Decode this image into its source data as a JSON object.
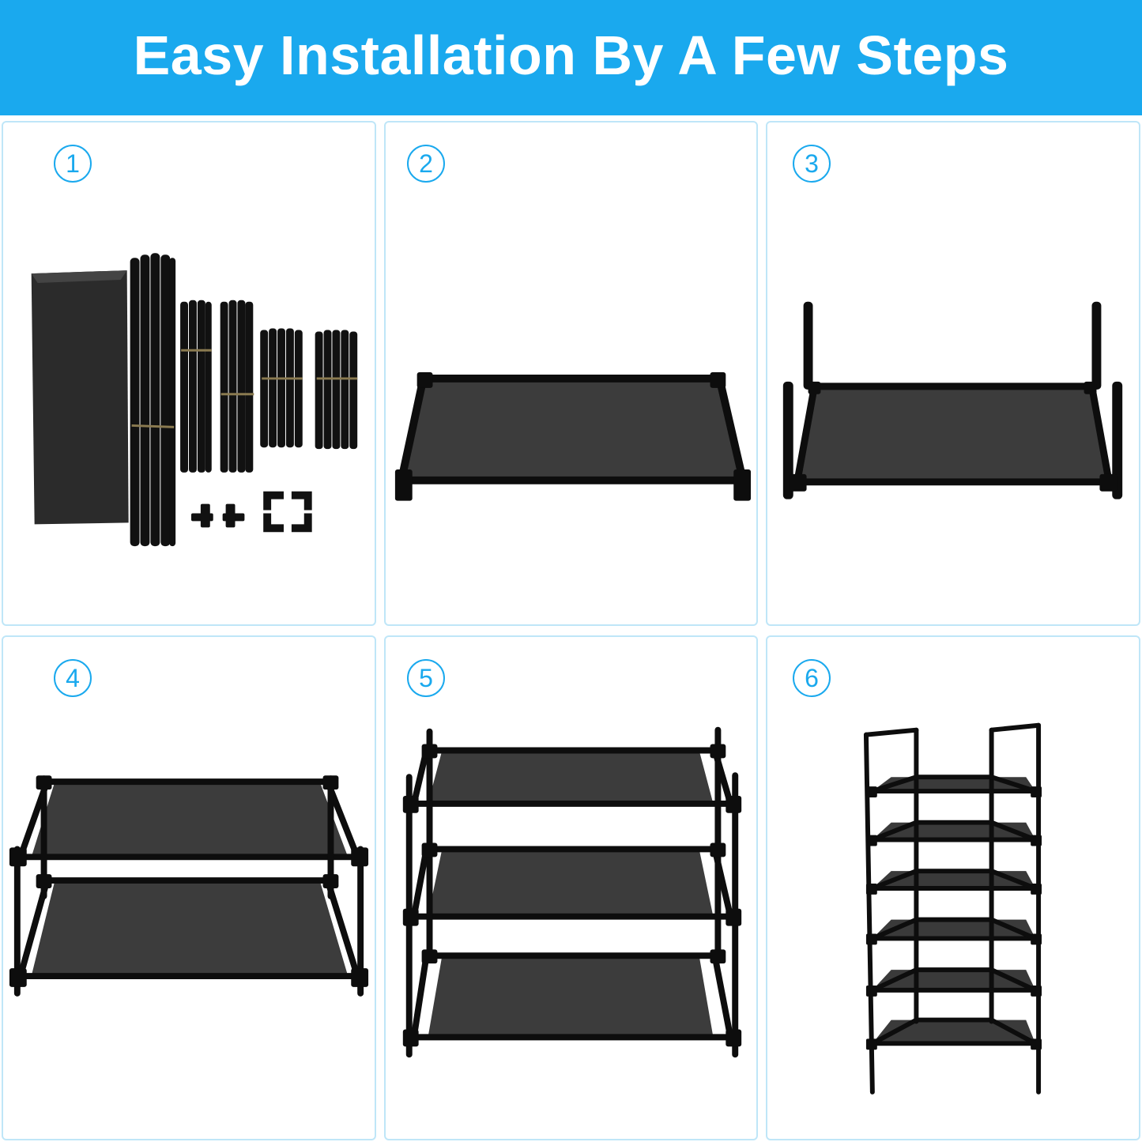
{
  "banner": {
    "title": "Easy Installation By A Few Steps",
    "background_color": "#1aa9ee",
    "text_color": "#ffffff"
  },
  "steps": [
    {
      "number": "1",
      "illustration": "rack-parts-kit"
    },
    {
      "number": "2",
      "illustration": "single-shelf-frame"
    },
    {
      "number": "3",
      "illustration": "shelf-with-legs"
    },
    {
      "number": "4",
      "illustration": "two-tier-rack"
    },
    {
      "number": "5",
      "illustration": "three-tier-rack"
    },
    {
      "number": "6",
      "illustration": "six-tier-rack"
    }
  ],
  "colors": {
    "accent": "#1aa9ee",
    "panel_border": "#bfe6f8",
    "frame": "#0d0d0d",
    "fabric": "#3a3a3a"
  }
}
